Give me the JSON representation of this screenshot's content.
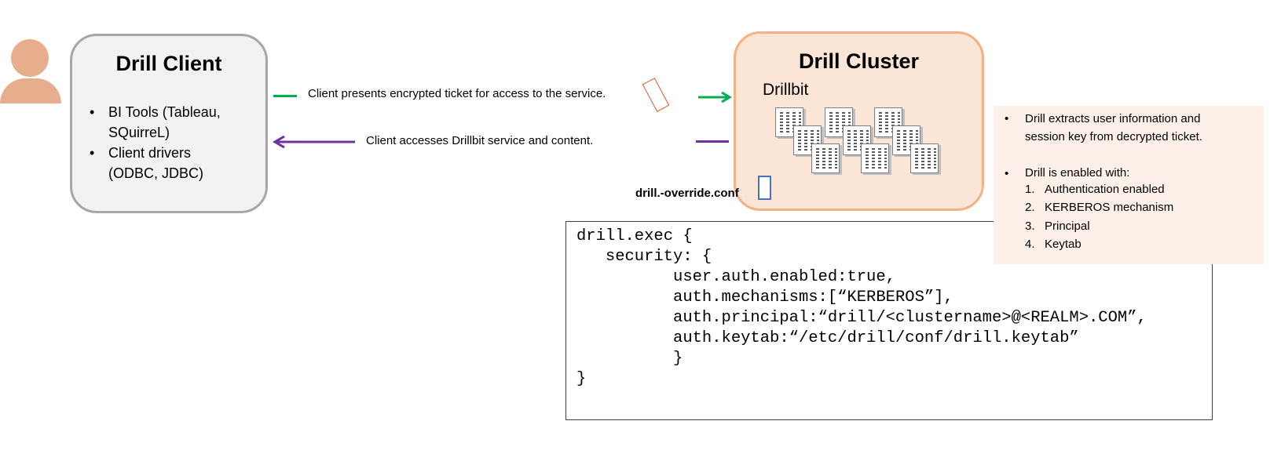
{
  "colors": {
    "user_icon": "#e6ae8c",
    "client_border": "#a6a6a6",
    "client_fill": "#f2f2f2",
    "cluster_border": "#f4b183",
    "cluster_fill": "#fbe5d6",
    "green_arrow": "#00b050",
    "purple_arrow": "#7030a0",
    "ticket": "#e05a2a",
    "conf_icon": "#4472c4",
    "notes_fill": "#fdf0e8"
  },
  "client": {
    "title": "Drill Client",
    "items": [
      {
        "line1": "BI Tools (Tableau,",
        "line2": "SQuirreL)"
      },
      {
        "line1": "Client drivers",
        "line2": "(ODBC, JDBC)"
      }
    ]
  },
  "flows": {
    "request": "Client presents encrypted ticket for access to the service.",
    "response": "Client accesses Drillbit service and content."
  },
  "cluster": {
    "title": "Drill Cluster",
    "subtitle": "Drillbit"
  },
  "conf": {
    "label": "drill.-override.conf"
  },
  "code": {
    "lines": [
      "drill.exec {",
      "   security: {",
      "          user.auth.enabled:true,",
      "          auth.mechanisms:[“KERBEROS”],",
      "          auth.principal:“drill/<clustername>@<REALM>.COM”,",
      "          auth.keytab:“/etc/drill/conf/drill.keytab”",
      "          }",
      "}"
    ]
  },
  "notes": {
    "bullet1_line1": "Drill  extracts user information and",
    "bullet1_line2": "session key from decrypted ticket.",
    "bullet2": "Drill is enabled with:",
    "numbered": [
      {
        "num": "1.",
        "text": "Authentication enabled"
      },
      {
        "num": "2.",
        "text": "KERBEROS mechanism"
      },
      {
        "num": "3.",
        "text": "Principal"
      },
      {
        "num": "4.",
        "text": "Keytab"
      }
    ]
  }
}
